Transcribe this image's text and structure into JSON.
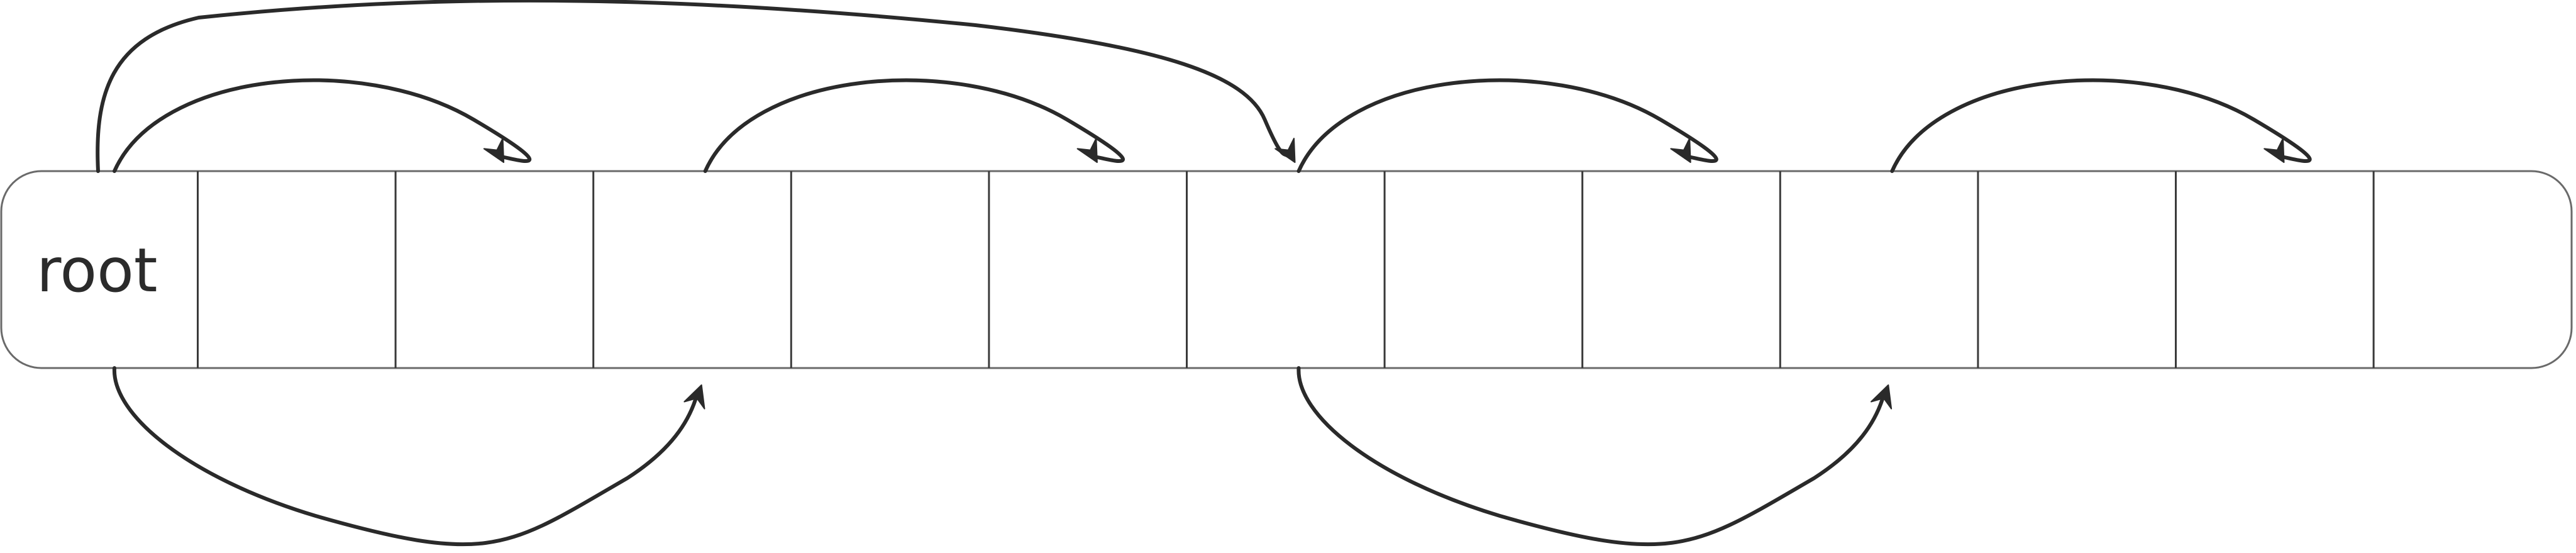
{
  "diagram": {
    "root_label": "root",
    "cell_count": 13,
    "colors": {
      "line": "#2a2a2a",
      "outline": "#6a6a6a",
      "text": "#2b2b2b",
      "background": "#ffffff"
    },
    "arrows": [
      {
        "from_cell": 0,
        "to_cell": 2,
        "side": "top",
        "tier": "near"
      },
      {
        "from_cell": 0,
        "to_cell": 6,
        "side": "top",
        "tier": "far"
      },
      {
        "from_cell": 3,
        "to_cell": 5,
        "side": "top",
        "tier": "near"
      },
      {
        "from_cell": 6,
        "to_cell": 8,
        "side": "top",
        "tier": "near"
      },
      {
        "from_cell": 9,
        "to_cell": 11,
        "side": "top",
        "tier": "near"
      },
      {
        "from_cell": 0,
        "to_cell": 3,
        "side": "bottom",
        "tier": "near"
      },
      {
        "from_cell": 6,
        "to_cell": 9,
        "side": "bottom",
        "tier": "near"
      }
    ]
  }
}
